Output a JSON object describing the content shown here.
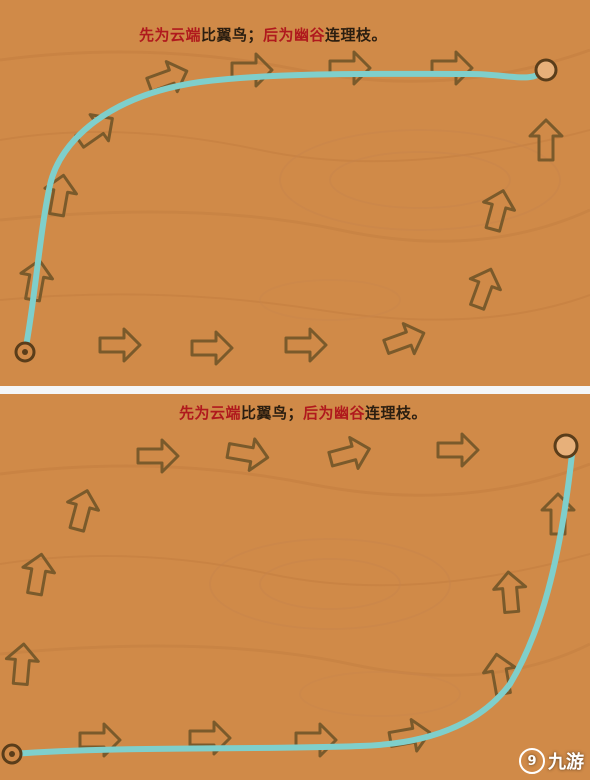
{
  "panels": [
    {
      "id": "top",
      "caption": {
        "red1": "先为云端",
        "black1": "比翼鸟",
        "sep": "；",
        "red2": "后为幽谷",
        "black2": "连理枝。"
      }
    },
    {
      "id": "bottom",
      "caption": {
        "red1": "先为云端",
        "black1": "比翼鸟",
        "sep": "；",
        "red2": "后为幽谷",
        "black2": "连理枝。"
      }
    }
  ],
  "colors": {
    "wood": "#d08a48",
    "wood_dark": "#b8733a",
    "path_line": "#7fcfcb",
    "arrow_outline": "#7a5a2b",
    "caption_red": "#b0191d"
  },
  "icons": {
    "arrow": "hollow-arrow-icon",
    "start": "start-circle-icon",
    "end": "end-circle-icon",
    "watermark": "jiuyou-logo-icon"
  },
  "watermark": {
    "logo": "9",
    "text": "九游"
  }
}
